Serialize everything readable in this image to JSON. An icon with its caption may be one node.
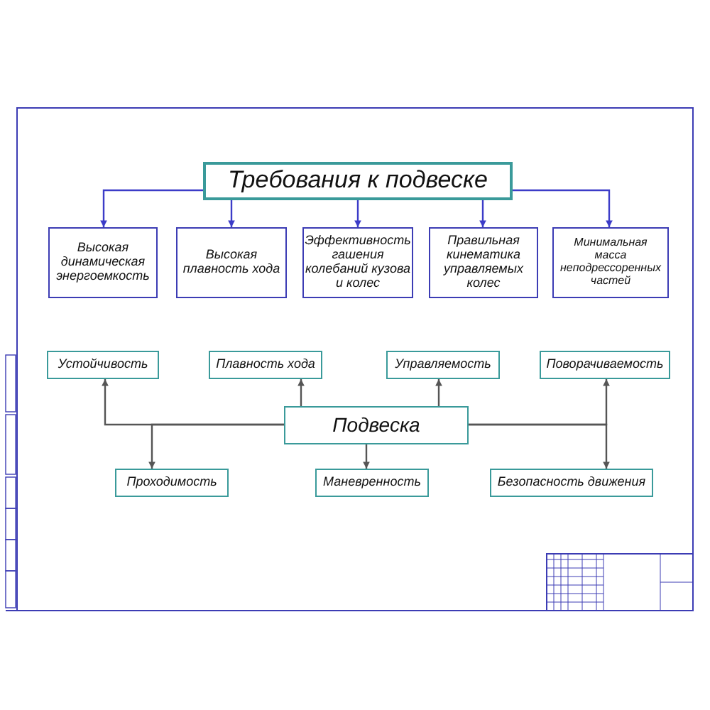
{
  "diagram": {
    "nodes": [
      {
        "text": [
          "Требования к подвеске"
        ]
      },
      {
        "text": [
          "Высокая динамическая энергоемкость"
        ]
      },
      {
        "text": [
          "Высокая плавность хода"
        ]
      },
      {
        "text": [
          "Эффективность гашения колебаний кузова и колес"
        ]
      },
      {
        "text": [
          "Правильная кинематика управляемых колес"
        ]
      },
      {
        "text": [
          "Минимальная масса неподрессоренных частей"
        ]
      },
      {
        "text": [
          "Устойчивость"
        ]
      },
      {
        "text": [
          "Плавность хода"
        ]
      },
      {
        "text": [
          "Управляемость"
        ]
      },
      {
        "text": [
          "Поворачиваемость"
        ]
      },
      {
        "text": [
          "Подвеска"
        ]
      },
      {
        "text": [
          "Проходимость"
        ]
      },
      {
        "text": [
          "Маневренность"
        ]
      },
      {
        "text": [
          "Безопасность движения"
        ]
      }
    ],
    "edges": [
      {
        "from": 0,
        "to": 1,
        "arrow": "to",
        "color": "#3c3cc8"
      },
      {
        "from": 0,
        "to": 2,
        "arrow": "to",
        "color": "#3c3cc8"
      },
      {
        "from": 0,
        "to": 3,
        "arrow": "to",
        "color": "#3c3cc8"
      },
      {
        "from": 0,
        "to": 4,
        "arrow": "to",
        "color": "#3c3cc8"
      },
      {
        "from": 0,
        "to": 5,
        "arrow": "to",
        "color": "#3c3cc8"
      },
      {
        "from": 10,
        "to": 6,
        "arrow": "to"
      },
      {
        "from": 10,
        "to": 7,
        "arrow": "to"
      },
      {
        "from": 10,
        "to": 8,
        "arrow": "to"
      },
      {
        "from": 10,
        "to": 9,
        "arrow": "to"
      },
      {
        "from": 10,
        "to": 11,
        "arrow": "to"
      },
      {
        "from": 10,
        "to": 12,
        "arrow": "to"
      },
      {
        "from": 10,
        "to": 13,
        "arrow": "to"
      }
    ]
  }
}
